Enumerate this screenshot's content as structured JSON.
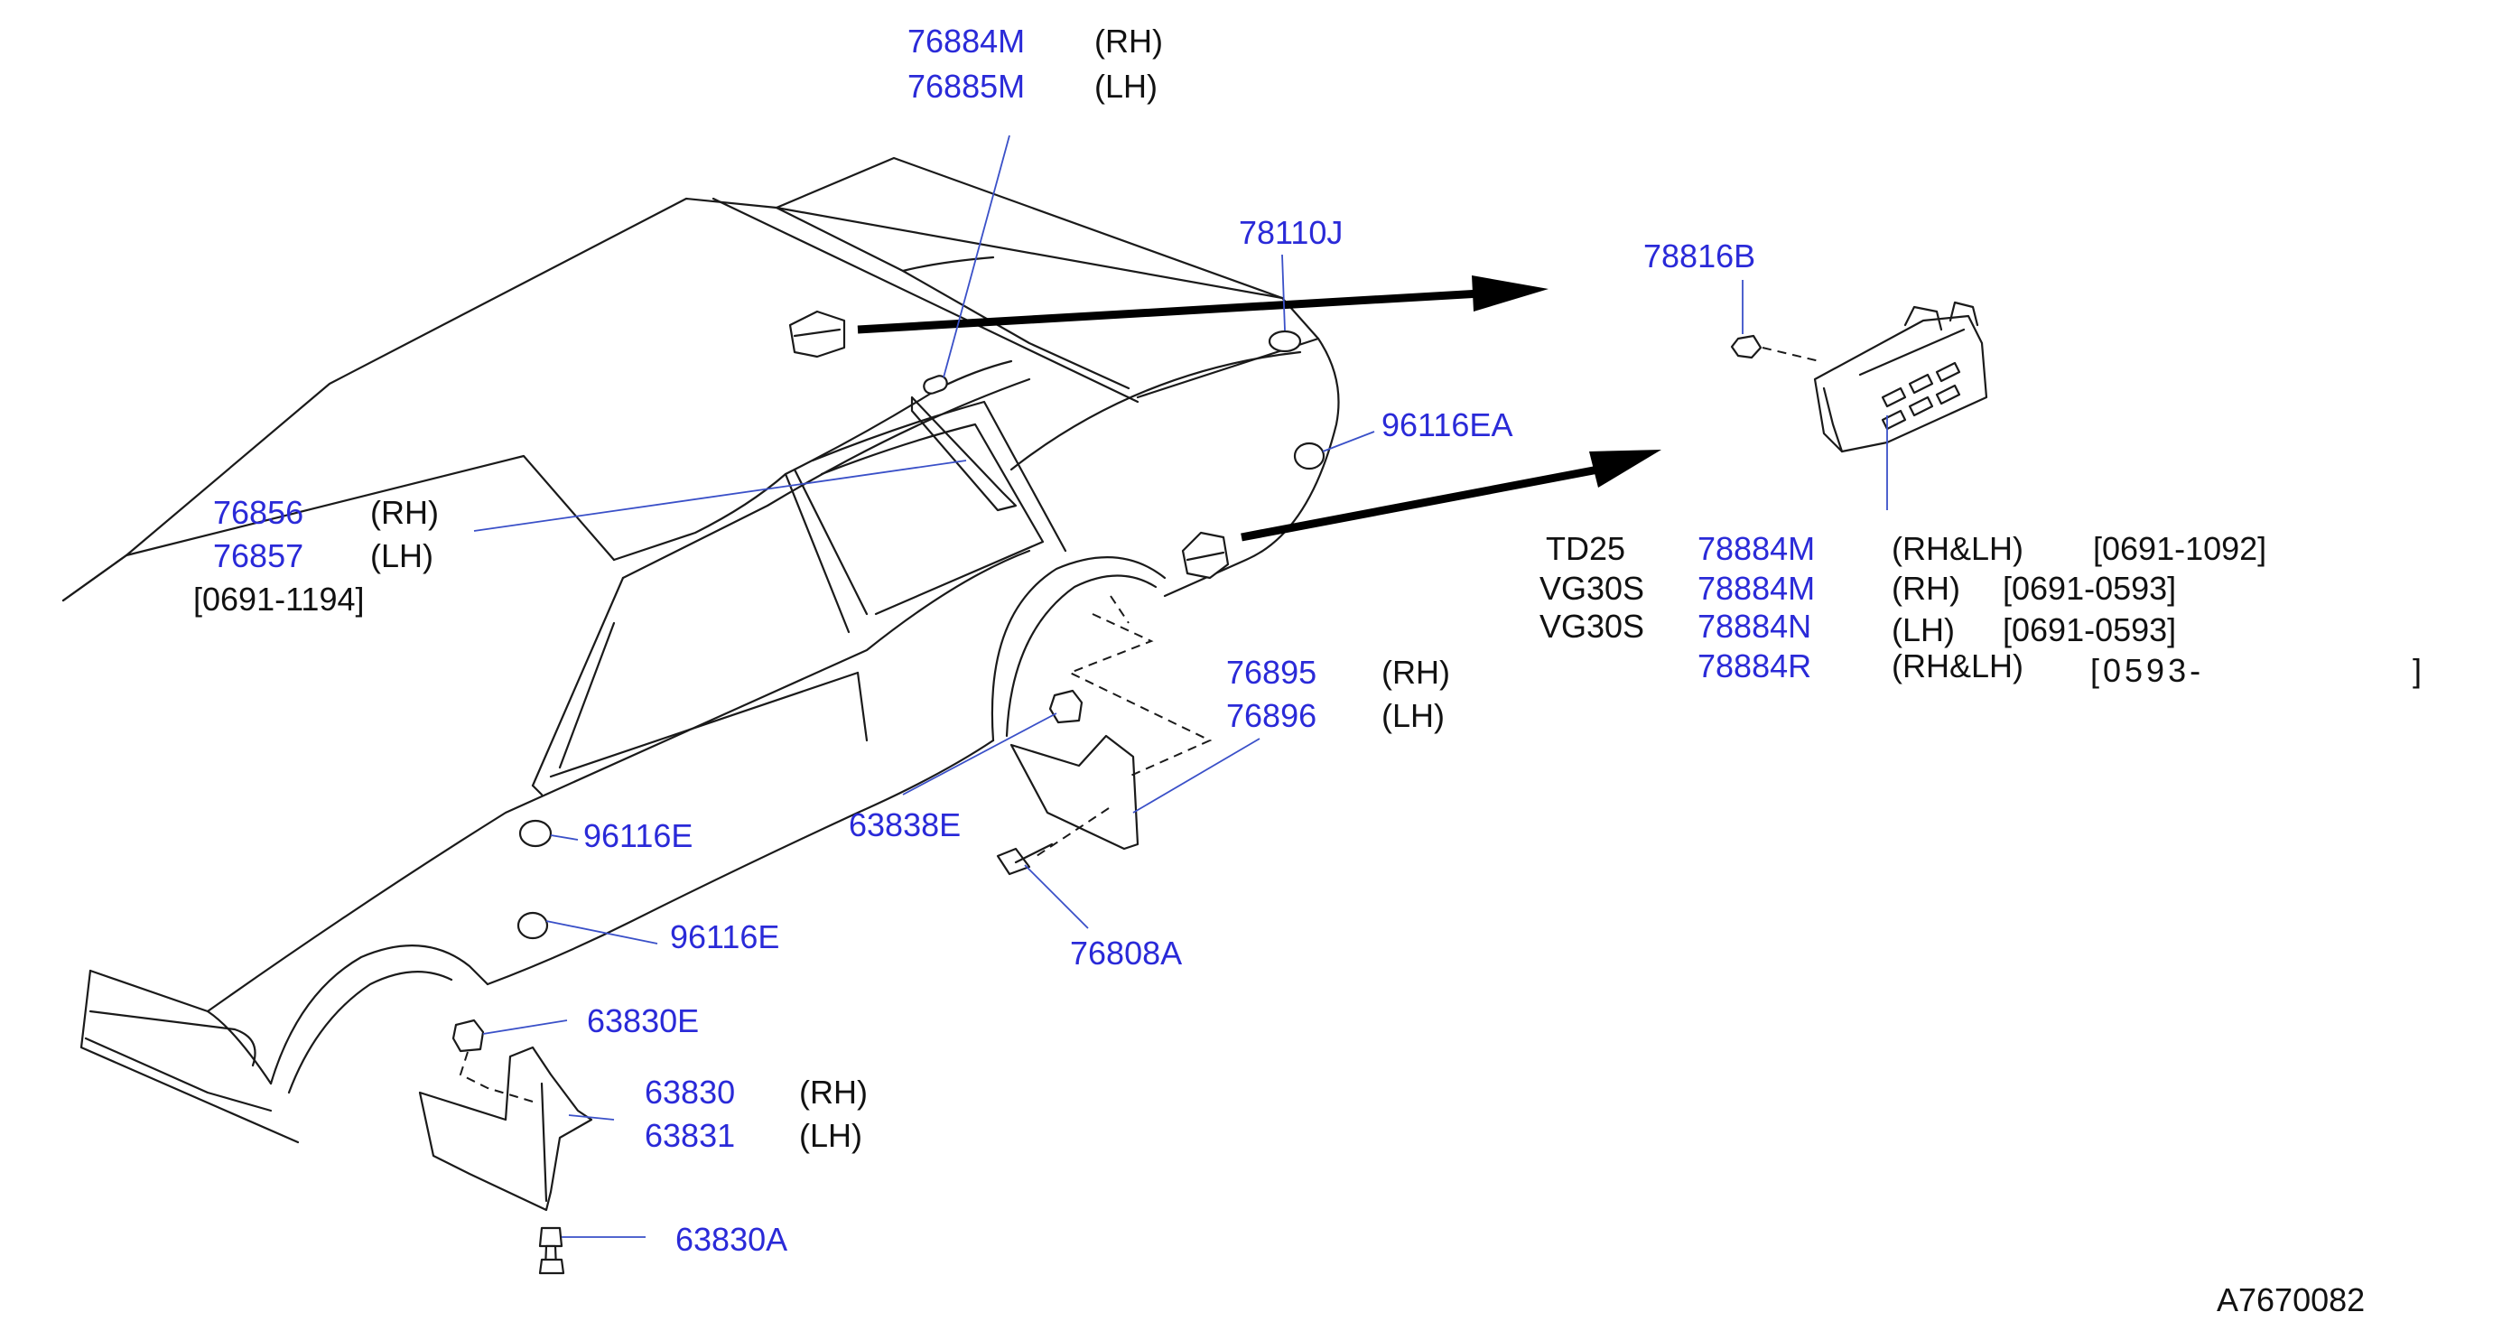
{
  "parts": {
    "p76884M": "76884M",
    "p76884M_side": "(RH)",
    "p76885M": "76885M",
    "p76885M_side": "(LH)",
    "p78110J": "78110J",
    "p78816B": "78816B",
    "p96116EA": "96116EA",
    "p76856": "76856",
    "p76856_side": "(RH)",
    "p76857": "76857",
    "p76857_side": "(LH)",
    "p7685x_date": "[0691-1194]",
    "p76895": "76895",
    "p76895_side": "(RH)",
    "p76896": "76896",
    "p76896_side": "(LH)",
    "p63838E": "63838E",
    "p96116E_a": "96116E",
    "p96116E_b": "96116E",
    "p76808A": "76808A",
    "p63830E": "63830E",
    "p63830": "63830",
    "p63830_side": "(RH)",
    "p63831": "63831",
    "p63831_side": "(LH)",
    "p63830A": "63830A"
  },
  "applicability_table": [
    {
      "engine": "TD25",
      "part": "78884M",
      "side": "(RH&LH)",
      "date": "[0691-1092]"
    },
    {
      "engine": "VG30S",
      "part": "78884M",
      "side": "(RH)",
      "date": "[0691-0593]"
    },
    {
      "engine": "VG30S",
      "part": "78884N",
      "side": "(LH)",
      "date": "[0691-0593]"
    },
    {
      "engine": "",
      "part": "78884R",
      "side": "(RH&LH)",
      "date": "[0593-",
      "date_close": "]"
    }
  ],
  "figure_code": "A7670082",
  "colors": {
    "part_number": "#2a2ad8",
    "text": "#111111",
    "line": "#1a1a1a",
    "leader": "#3a50c8"
  }
}
